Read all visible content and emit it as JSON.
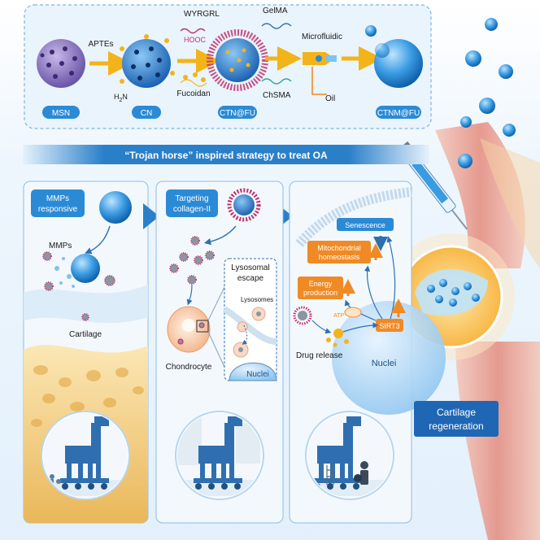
{
  "synthesis": {
    "steps": {
      "msn": "MSN",
      "cn": "CN",
      "ctn": "CTN@FU",
      "ctnm": "CTNM@FU"
    },
    "reagents": {
      "aptes": "APTEs",
      "h2n": "H",
      "h2n_sub": "2",
      "h2n_end": "N",
      "wyrgrl": "WYRGRL",
      "hooc": "HOOC",
      "fucoidan": "Fucoidan",
      "gelma": "GelMA",
      "chsma": "ChSMA",
      "microfluidic": "Microfluidic",
      "oil": "Oil"
    }
  },
  "banner": {
    "title": "“Trojan horse” inspired strategy to treat OA"
  },
  "panel1": {
    "tag_line1": "MMPs",
    "tag_line2": "responsive",
    "mmps": "MMPs",
    "cartilage": "Cartilage"
  },
  "panel2": {
    "tag_line1": "Targeting",
    "tag_line2": "collagen-II",
    "lyso_line1": "Lysosomal",
    "lyso_line2": "escape",
    "lysosomes": "Lysosomes",
    "chondrocyte": "Chondrocyte",
    "nuclei": "Nuclei"
  },
  "panel3": {
    "senescence": "Senescence",
    "mito_line1": "Mitochondrial",
    "mito_line2": "homeostasis",
    "energy_line1": "Energy",
    "energy_line2": "production",
    "atp": "ATP",
    "sirt3": "SIRT3",
    "drug_release": "Drug release",
    "nuclei": "Nuclei"
  },
  "outcome": {
    "line1": "Cartilage",
    "line2": "regeneration"
  },
  "colors": {
    "accent_blue": "#1f7cc7",
    "tag_blue": "#2a8ad6",
    "orange": "#f08a24",
    "yellow_arrow": "#f3b419",
    "magenta": "#c2306b"
  }
}
